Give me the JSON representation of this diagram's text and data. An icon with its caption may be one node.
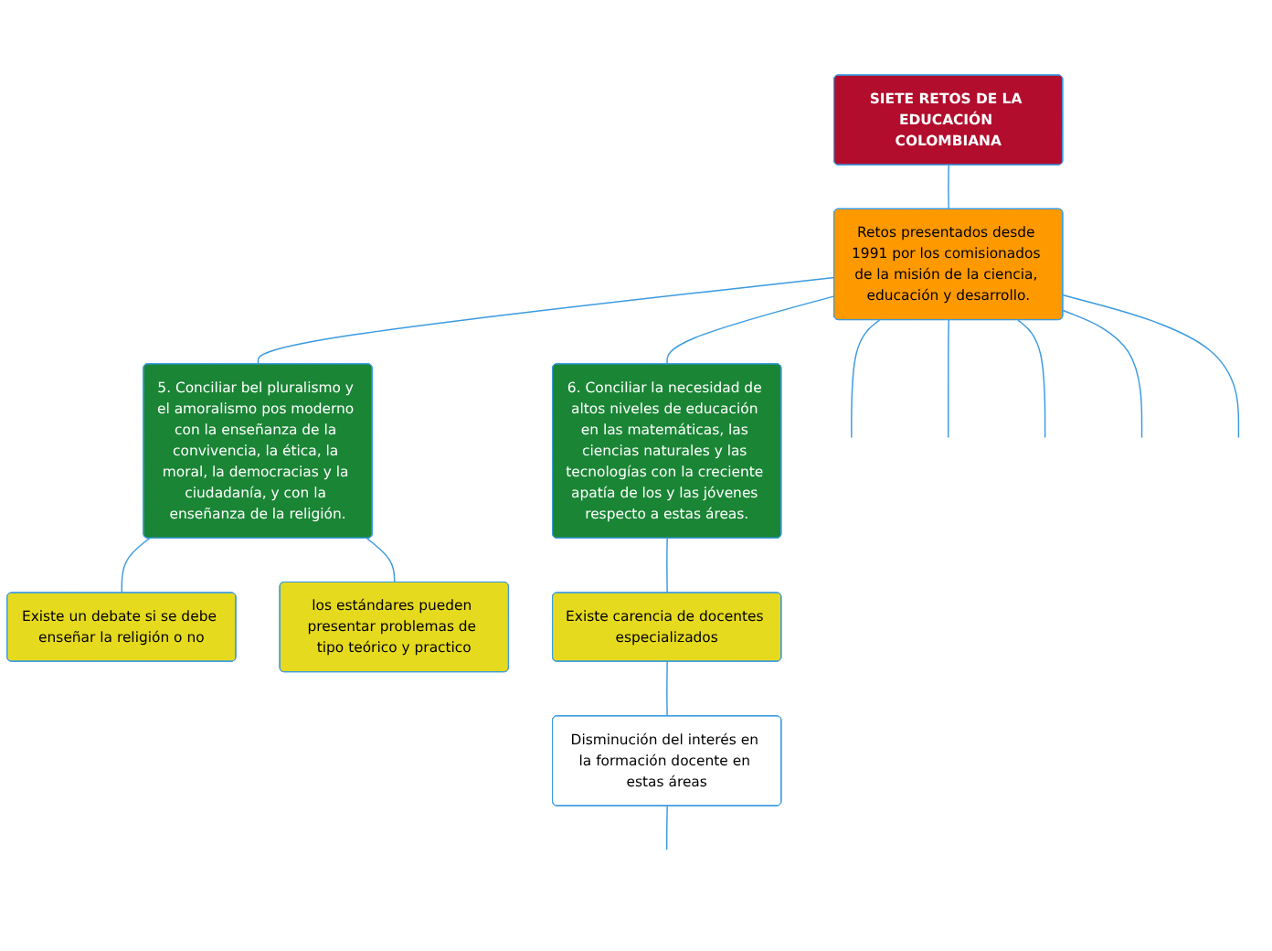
{
  "diagram": {
    "nodes": [
      {
        "text": [
          "SIETE RETOS DE LA EDUCACIÓN COLOMBIANA"
        ]
      },
      {
        "text": [
          "Retos presentados desde 1991 por los comisionados de la misión de la ciencia, educación y desarrollo."
        ]
      },
      {
        "text": [
          "5. Conciliar bel pluralismo y el amoralismo pos moderno con la enseñanza de la convivencia, la ética, la moral, la democracias y la ciudadanía, y con la enseñanza de la religión."
        ]
      },
      {
        "text": [
          "6. Conciliar la necesidad de altos niveles de educación en las matemáticas, las ciencias naturales y las tecnologías con la creciente apatía de los y las jóvenes respecto a estas áreas."
        ]
      },
      {
        "text": [
          "Existe un debate si se debe enseñar la religión o no"
        ]
      },
      {
        "text": [
          "los estándares pueden presentar problemas de tipo teórico y practico"
        ]
      },
      {
        "text": [
          "Existe carencia de docentes especializados"
        ]
      },
      {
        "text": [
          "Disminución del interés en la formación docente en estas áreas"
        ]
      }
    ],
    "edges": [
      {
        "from": 0,
        "to": 1,
        "arrow": "none"
      },
      {
        "from": 1,
        "to": null,
        "arrow": "none"
      },
      {
        "from": 1,
        "to": null,
        "arrow": "none"
      },
      {
        "from": 1,
        "to": null,
        "arrow": "none"
      },
      {
        "from": 1,
        "to": null,
        "arrow": "none"
      },
      {
        "from": 1,
        "to": 2,
        "arrow": "none"
      },
      {
        "from": 1,
        "to": 3,
        "arrow": "none"
      },
      {
        "from": 1,
        "to": null,
        "arrow": "none"
      },
      {
        "from": 2,
        "to": 4,
        "arrow": "none"
      },
      {
        "from": 2,
        "to": 5,
        "arrow": "none"
      },
      {
        "from": 3,
        "to": 6,
        "arrow": "none"
      },
      {
        "from": 6,
        "to": 7,
        "arrow": "none"
      },
      {
        "from": 7,
        "to": null,
        "arrow": "none"
      }
    ]
  }
}
